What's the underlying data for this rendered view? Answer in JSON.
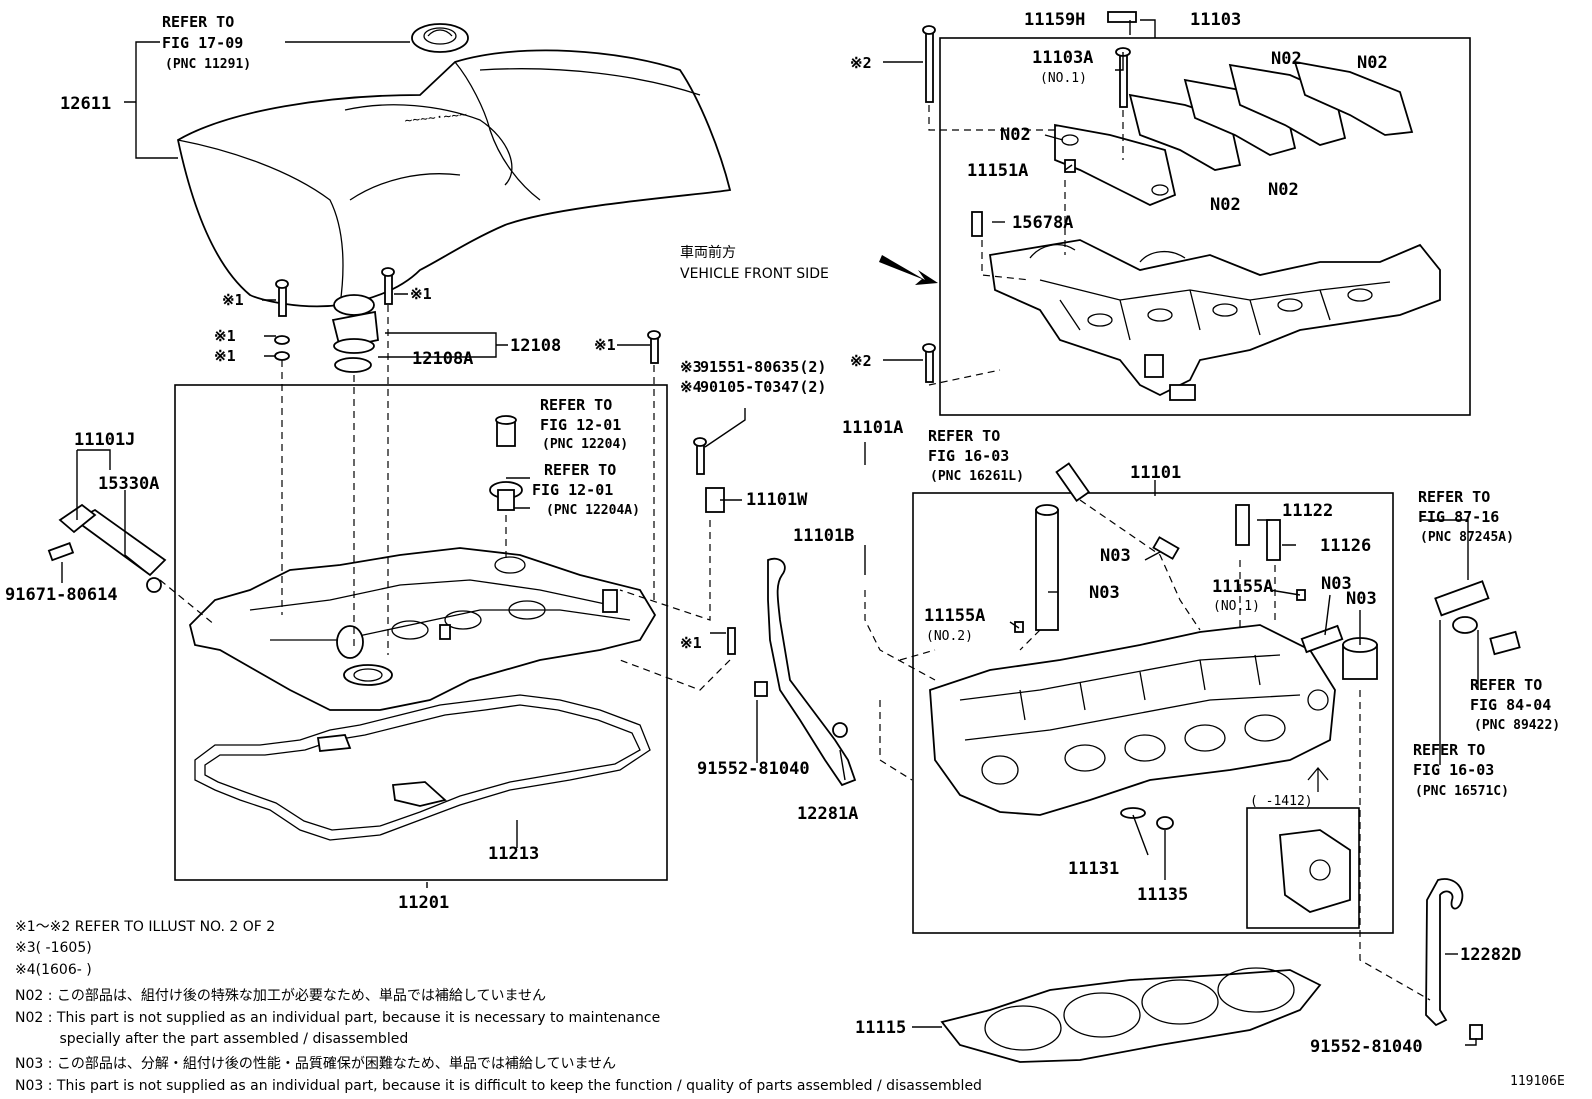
{
  "figure_id": "119106E",
  "labels": {
    "p12611": "12611",
    "p12108": "12108",
    "p12108a": "12108A",
    "p11101j": "11101J",
    "p15330a": "15330A",
    "p91671": "91671-80614",
    "p11201": "11201",
    "p11213": "11213",
    "p11101w": "11101W",
    "p11101a": "11101A",
    "p11101b": "11101B",
    "p91552a": "91552-81040",
    "p12281a": "12281A",
    "p11159h": "11159H",
    "p11103": "11103",
    "p11103a": "11103A",
    "p11103a_sub": "(NO.1)",
    "p11151a": "11151A",
    "p15678a": "15678A",
    "n02_1": "N02",
    "n02_2": "N02",
    "n02_3": "N02",
    "n02_4": "N02",
    "n02_5": "N02",
    "p11101": "11101",
    "p11122": "11122",
    "p11126": "11126",
    "n03_1": "N03",
    "n03_2": "N03",
    "n03_3": "N03",
    "n03_4": "N03",
    "p11155a_1": "11155A",
    "p11155a_1_sub": "(NO.1)",
    "p11155a_2": "11155A",
    "p11155a_2_sub": "(NO.2)",
    "p11131": "11131",
    "p11135": "11135",
    "p11115": "11115",
    "p12282d": "12282D",
    "p91552b": "91552-81040",
    "m1_a": "※1",
    "m1_b": "※1",
    "m1_c": "※1",
    "m1_d": "※1",
    "m1_e": "※1",
    "m1_f": "※1",
    "m2_a": "※2",
    "m2_b": "※2",
    "m3": "※3",
    "m3_part": "91551-80635(2)",
    "m4": "※4",
    "m4_part": "90105-T0347(2)",
    "serial_box": "(       -1412)",
    "vehicle_front_jp": "車両前方",
    "vehicle_front_en": "VEHICLE FRONT SIDE"
  },
  "refs": {
    "r1": [
      "REFER TO",
      "FIG 17-09",
      "(PNC 11291)"
    ],
    "r2": [
      "REFER TO",
      "FIG 12-01",
      "(PNC 12204)"
    ],
    "r3": [
      "REFER TO",
      "FIG 12-01",
      "(PNC 12204A)"
    ],
    "r4": [
      "REFER TO",
      "FIG 16-03",
      "(PNC 16261L)"
    ],
    "r5": [
      "REFER TO",
      "FIG 87-16",
      "(PNC 87245A)"
    ],
    "r6": [
      "REFER TO",
      "FIG 84-04",
      "(PNC 89422)"
    ],
    "r7": [
      "REFER TO",
      "FIG 16-03",
      "(PNC 16571C)"
    ]
  },
  "notes": [
    "※1～※2  REFER TO ILLUST NO. 2 OF 2",
    "※3(       -1605)",
    "※4(1606-       )",
    "N02 : この部品は、組付け後の特殊な加工が必要なため、単品では補給していません",
    "N02 : This part is not supplied as an individual part, because it is necessary to maintenance",
    "          specially after the part assembled / disassembled",
    "N03 : この部品は、分解・組付け後の性能・品質確保が困難なため、単品では補給していません",
    "N03 : This part is not supplied as an individual part, because it is difficult to keep the function / quality of parts  assembled / disassembled"
  ]
}
